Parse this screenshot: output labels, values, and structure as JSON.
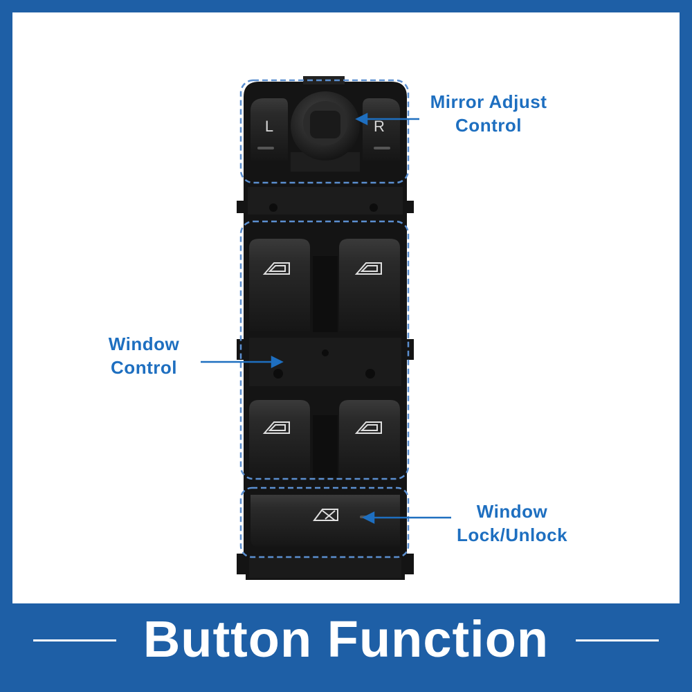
{
  "callouts": {
    "mirror": {
      "line1": "Mirror Adjust",
      "line2": "Control"
    },
    "window": {
      "line1": "Window",
      "line2": "Control"
    },
    "lock": {
      "line1": "Window",
      "line2": "Lock/Unlock"
    }
  },
  "switch_labels": {
    "left": "L",
    "right": "R"
  },
  "banner": {
    "title": "Button Function"
  },
  "colors": {
    "accent": "#1e5fa6",
    "callout_text": "#1e6fc0",
    "highlight_dash": "#5b8fd0",
    "switch_body": "#1a1a1a"
  }
}
